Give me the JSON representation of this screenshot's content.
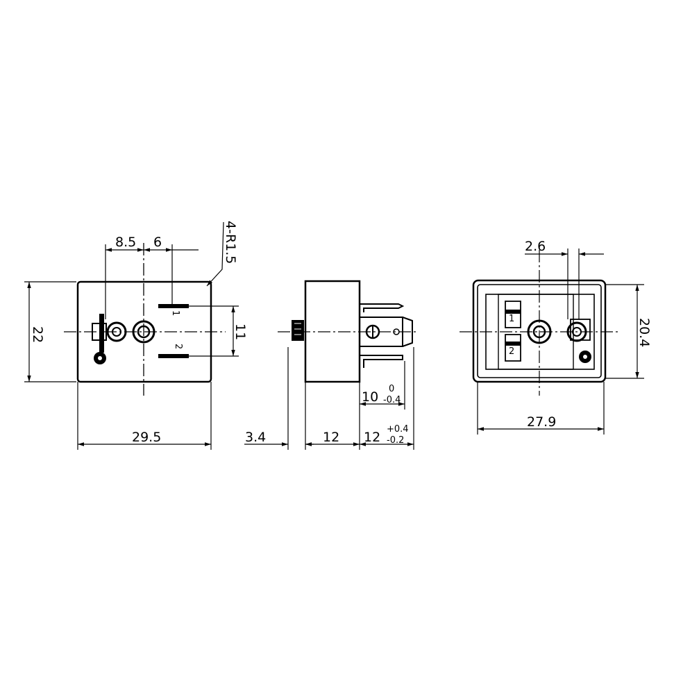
{
  "dimensions": {
    "d_8_5": "8.5",
    "d_6": "6",
    "d_4_r1_5": "4-R1.5",
    "d_22": "22",
    "d_11": "11",
    "d_29_5": "29.5",
    "d_3_4": "3.4",
    "d_12a": "12",
    "d_12b": "12",
    "tol_12b_upper": "+0.4",
    "tol_12b_lower": "-0.2",
    "d_10": "10",
    "tol_10_upper": "0",
    "tol_10_lower": "-0.4",
    "d_2_6": "2.6",
    "d_20_4": "20.4",
    "d_27_9": "27.9"
  },
  "pin_labels": {
    "front_pin_1": "1",
    "front_pin_2": "2",
    "rear_pin_1": "1",
    "rear_pin_2": "2"
  }
}
